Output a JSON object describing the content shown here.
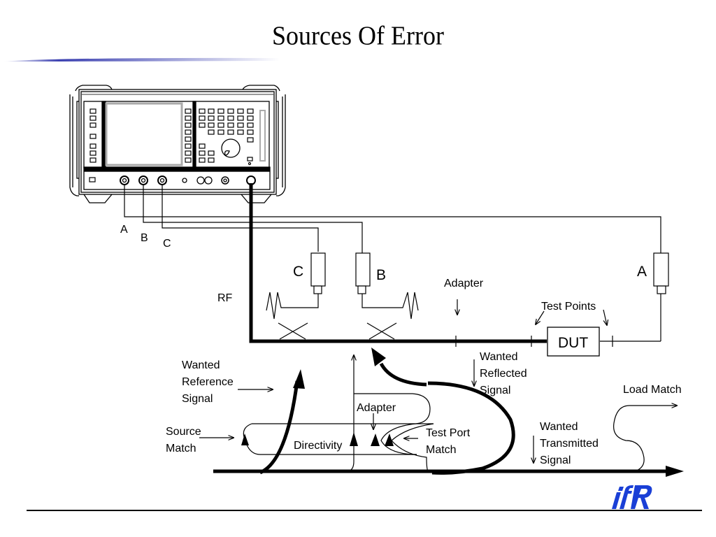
{
  "slide": {
    "title": "Sources Of Error",
    "logo_text": "IFR",
    "colors": {
      "title_rule": "#3a3fb0",
      "logo": "#1a3fd6",
      "ink": "#000000"
    }
  },
  "instrument": {
    "ports": [
      "A",
      "B",
      "C"
    ],
    "rf_label": "RF"
  },
  "couplers": {
    "c_label": "C",
    "b_label": "B",
    "a_label": "A"
  },
  "signal_path": {
    "adapter_label": "Adapter",
    "test_points_label": "Test Points",
    "dut_label": "DUT"
  },
  "flow_graph": {
    "wanted_reference": [
      "Wanted",
      "Reference",
      "Signal"
    ],
    "source_match": [
      "Source",
      "Match"
    ],
    "directivity": "Directivity",
    "adapter": "Adapter",
    "test_port_match": [
      "Test Port",
      "Match"
    ],
    "wanted_reflected": [
      "Wanted",
      "Reflected",
      "Signal"
    ],
    "wanted_transmitted": [
      "Wanted",
      "Transmitted",
      "Signal"
    ],
    "load_match": "Load Match"
  }
}
